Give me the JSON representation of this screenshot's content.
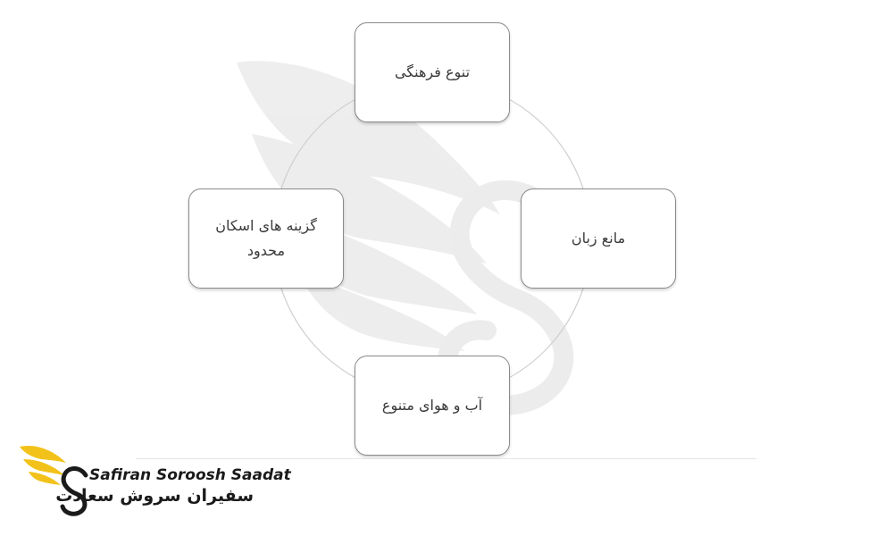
{
  "diagram": {
    "nodes": {
      "top": "تنوع فرهنگی",
      "left": "گزینه های اسکان محدود",
      "right": "مانع زبان",
      "bottom": "آب و هوای متنوع"
    }
  },
  "brand": {
    "name_en": "Safiran Soroosh Saadat",
    "name_fa": "سفیران سروش سعادت",
    "accent_color": "#f2c21a",
    "ink_color": "#1a1a1a"
  },
  "colors": {
    "node_border": "#8a8a8a",
    "node_text": "#3a3a3a",
    "cycle_circle": "#cfcfcf",
    "watermark": "#ececec"
  }
}
